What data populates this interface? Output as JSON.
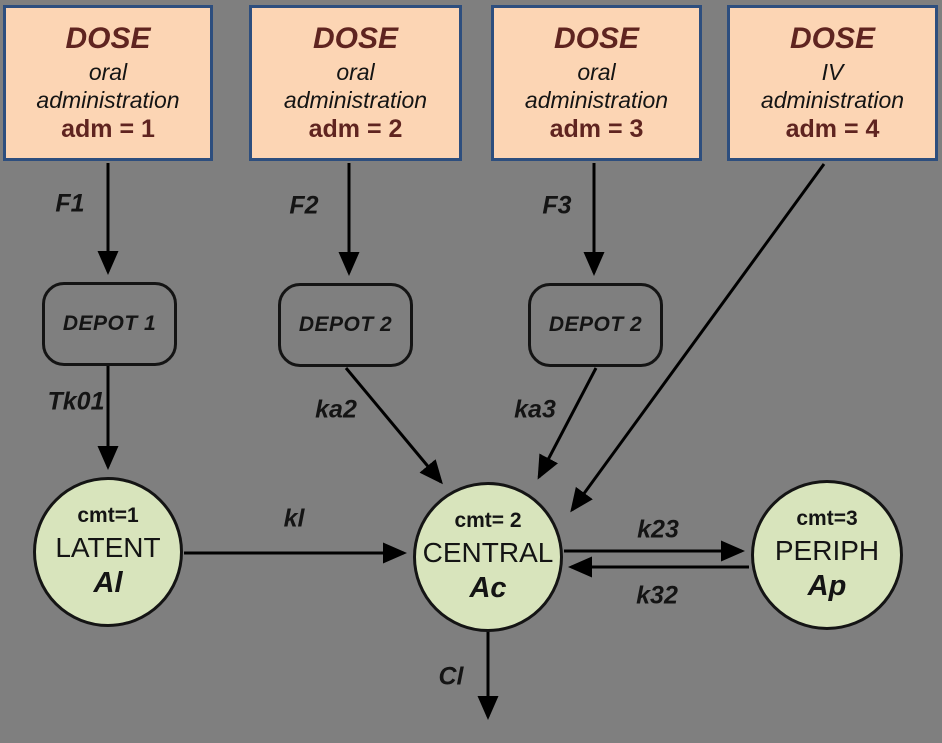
{
  "diagram": {
    "dose_boxes": [
      {
        "title": "DOSE",
        "route": "oral",
        "mode": "administration",
        "adm": "adm = 1"
      },
      {
        "title": "DOSE",
        "route": "oral",
        "mode": "administration",
        "adm": "adm = 2"
      },
      {
        "title": "DOSE",
        "route": "oral",
        "mode": "administration",
        "adm": "adm = 3"
      },
      {
        "title": "DOSE",
        "route": "IV",
        "mode": "administration",
        "adm": "adm = 4"
      }
    ],
    "depots": [
      {
        "label": "DEPOT 1"
      },
      {
        "label": "DEPOT 2"
      },
      {
        "label": "DEPOT 2"
      }
    ],
    "compartments": [
      {
        "cmt": "cmt=1",
        "name": "LATENT",
        "amount": "Al"
      },
      {
        "cmt": "cmt= 2",
        "name": "CENTRAL",
        "amount": "Ac"
      },
      {
        "cmt": "cmt=3",
        "name": "PERIPH",
        "amount": "Ap"
      }
    ],
    "edge_labels": {
      "f1": "F1",
      "f2": "F2",
      "f3": "F3",
      "tk01": "Tk01",
      "ka2": "ka2",
      "ka3": "ka3",
      "kl": "kl",
      "k23": "k23",
      "k32": "k32",
      "cl": "Cl"
    },
    "colors": {
      "background": "#7F7F7F",
      "dose_fill": "#FCD5B4",
      "dose_border": "#2D4E7E",
      "dose_accent_text": "#5F2420",
      "compartment_fill": "#D8E4BC",
      "stroke": "#000000"
    }
  }
}
